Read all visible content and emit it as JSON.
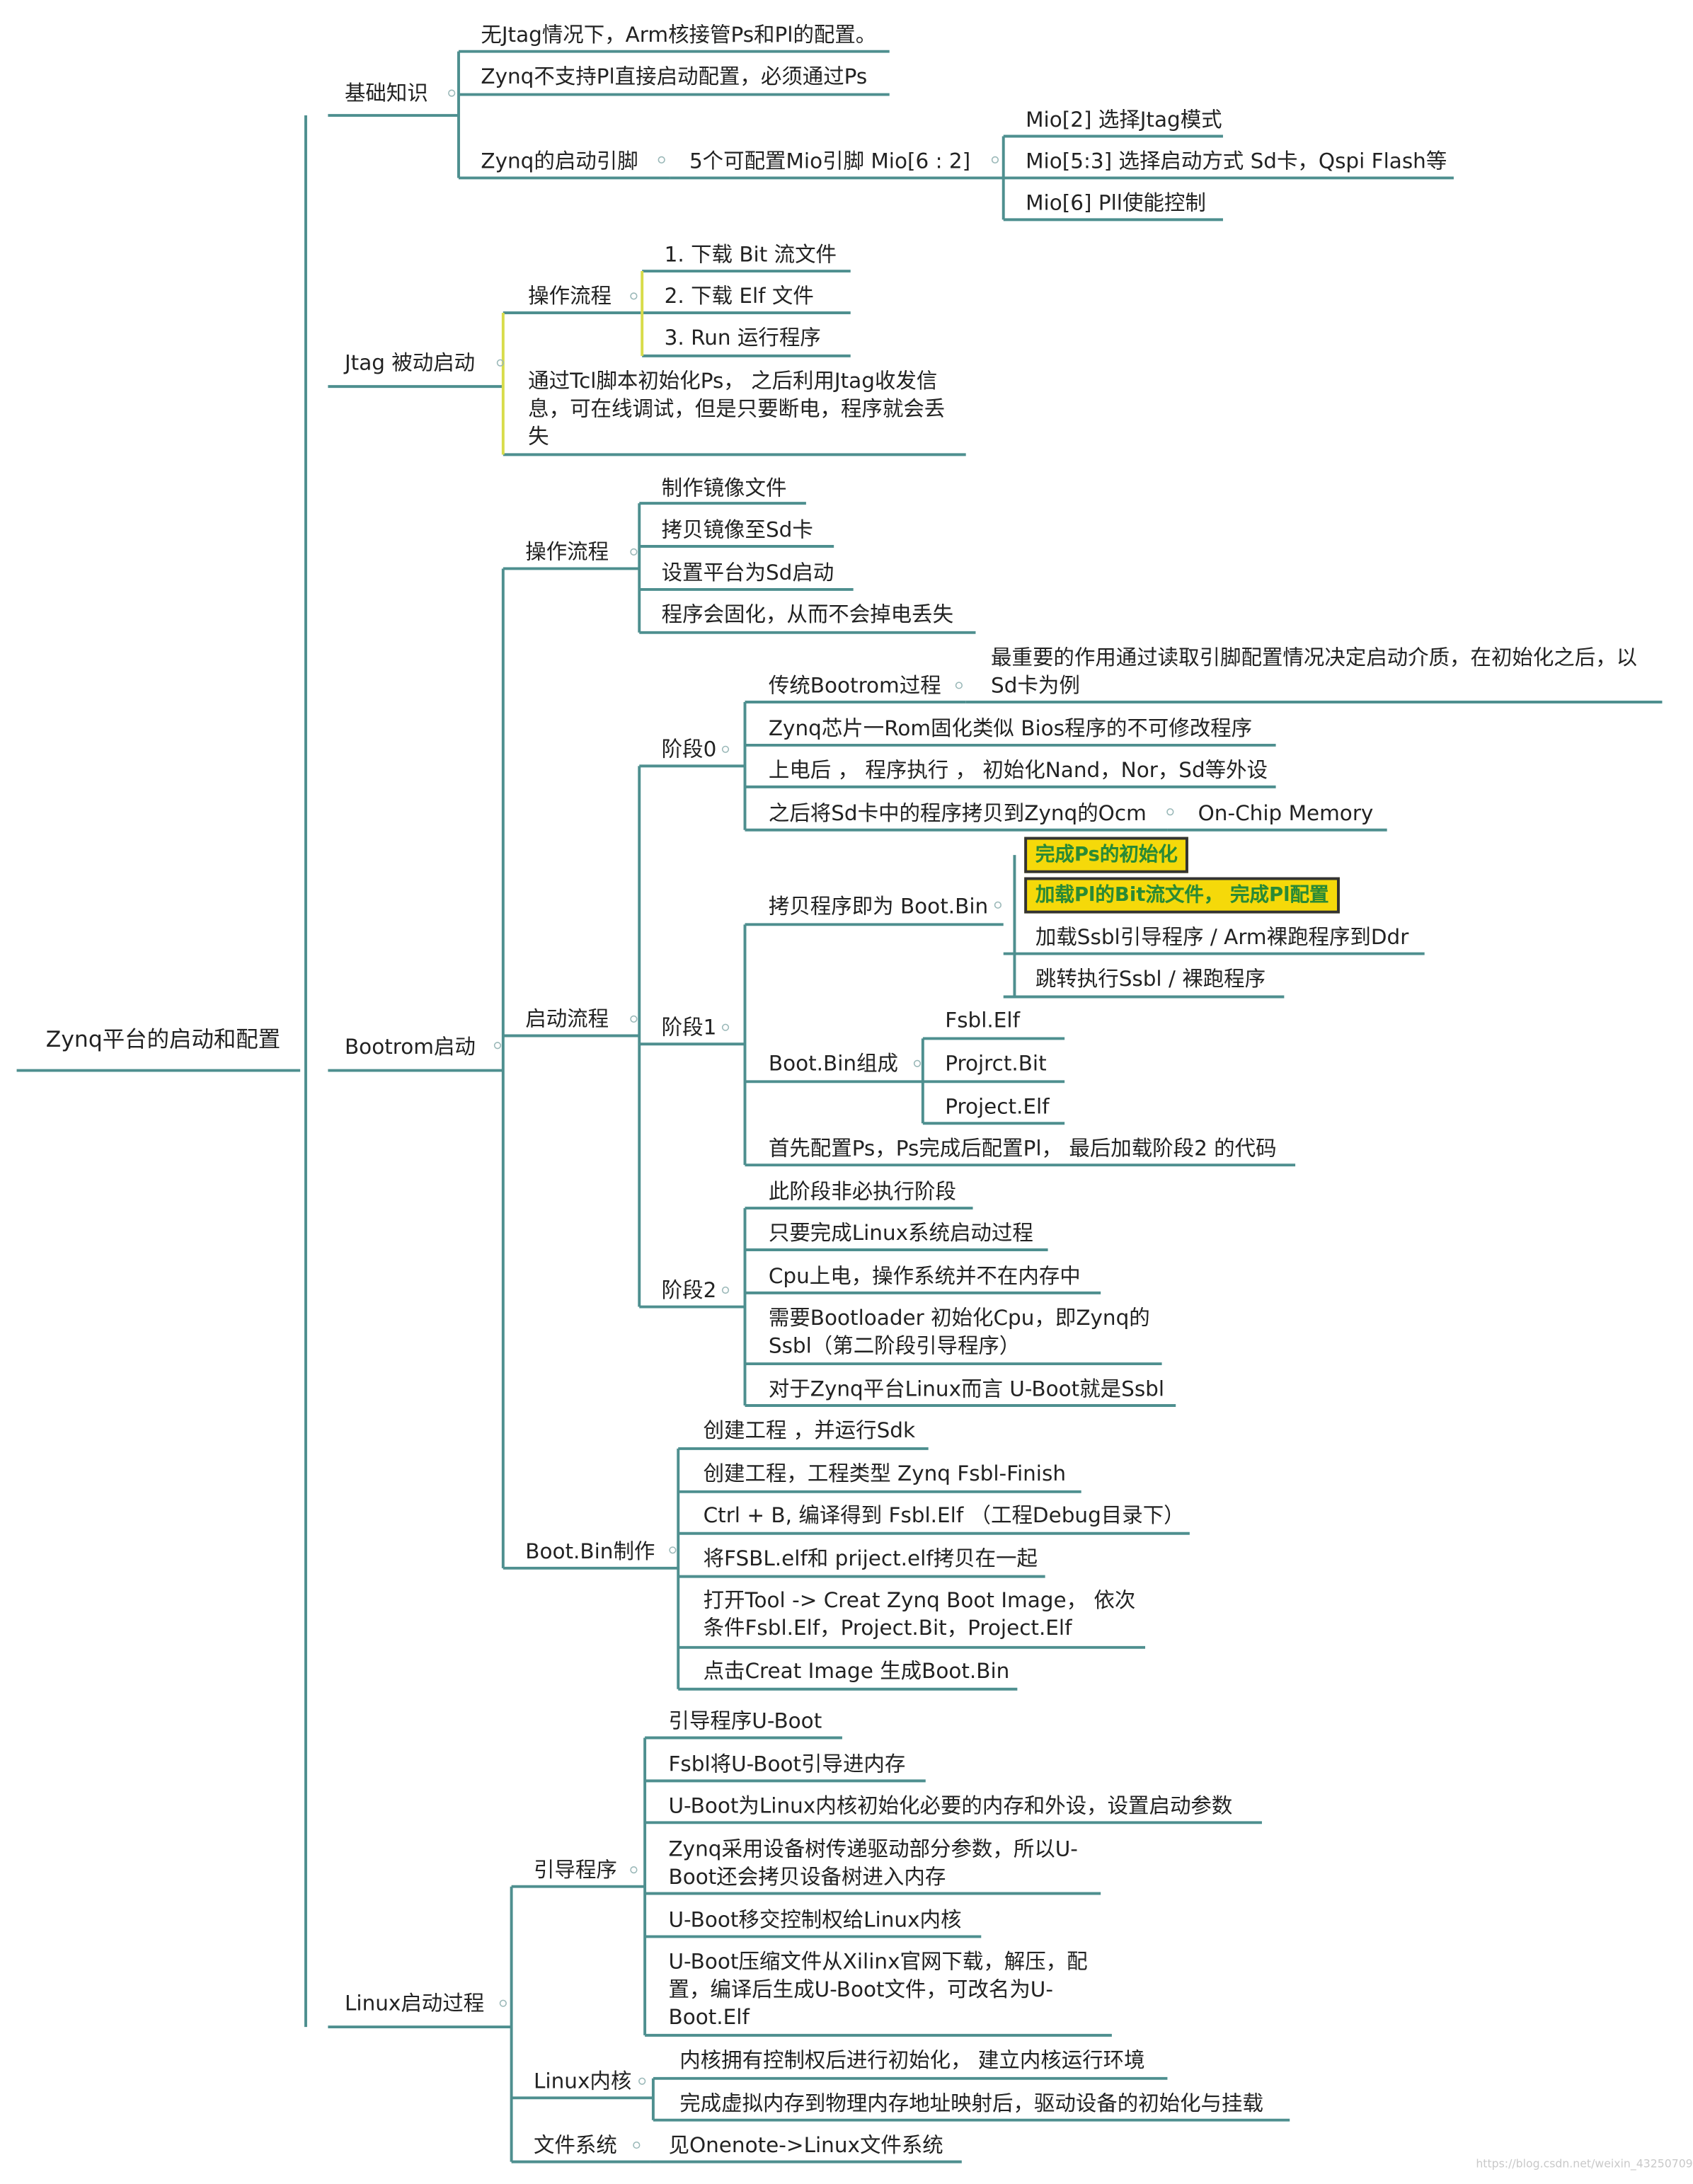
{
  "colors": {
    "line": "#4e8f8f",
    "jtag_line": "#d8dc4a",
    "highlight_bg": "#f5d90a",
    "highlight_text": "#2a8a35",
    "background": "#ffffff"
  },
  "nodes": {
    "root": "Zynq平台的启动和配置",
    "basics": {
      "label": "基础知识",
      "c1": "无Jtag情况下，Arm核接管Ps和Pl的配置。",
      "c2": "Zynq不支持Pl直接启动配置，必须通过Ps",
      "c3": "Zynq的启动引脚",
      "c3a": "5个可配置Mio引脚  Mio[6 : 2]",
      "c3a1": "Mio[2] 选择Jtag模式",
      "c3a2": "Mio[5:3] 选择启动方式 Sd卡，Qspi Flash等",
      "c3a3": "Mio[6] Pll使能控制"
    },
    "jtag": {
      "label": "Jtag 被动启动",
      "flow": "操作流程",
      "f1": "1. 下载 Bit  流文件",
      "f2": "2. 下载 Elf 文件",
      "f3": "3. Run 运行程序",
      "note": "通过Tcl脚本初始化Ps， 之后利用Jtag收发信息，可在线调试，但是只要断电，程序就会丢失"
    },
    "bootrom": {
      "label": "Bootrom启动",
      "flow": "操作流程",
      "f1": "制作镜像文件",
      "f2": "拷贝镜像至Sd卡",
      "f3": "设置平台为Sd启动",
      "f4": "程序会固化，从而不会掉电丢失",
      "process": "启动流程",
      "s0": "阶段0",
      "s0a": "传统Bootrom过程",
      "s0a1": "最重要的作用通过读取引脚配置情况决定启动介质，在初始化之后，以Sd卡为例",
      "s0b": "Zynq芯片一Rom固化类似 Bios程序的不可修改程序",
      "s0c": "上电后 ， 程序执行 ， 初始化Nand，Nor，Sd等外设",
      "s0d": "之后将Sd卡中的程序拷贝到Zynq的Ocm",
      "s0d1": "On-Chip Memory",
      "s1": "阶段1",
      "s1a": "拷贝程序即为 Boot.Bin",
      "s1a1": "完成Ps的初始化",
      "s1a2": "加载Pl的Bit流文件， 完成Pl配置",
      "s1a3": "加载Ssbl引导程序 / Arm裸跑程序到Ddr",
      "s1a4": "跳转执行Ssbl / 裸跑程序",
      "s1b": "Boot.Bin组成",
      "s1b1": "Fsbl.Elf",
      "s1b2": "Projrct.Bit",
      "s1b3": "Project.Elf",
      "s1c": "首先配置Ps，Ps完成后配置Pl， 最后加载阶段2 的代码",
      "s2": "阶段2",
      "s2a": "此阶段非必执行阶段",
      "s2b": "只要完成Linux系统启动过程",
      "s2c": "Cpu上电，操作系统并不在内存中",
      "s2d": "需要Bootloader 初始化Cpu，即Zynq的Ssbl（第二阶段引导程序）",
      "s2e": "对于Zynq平台Linux而言 U-Boot就是Ssbl",
      "make": "Boot.Bin制作",
      "m1": "创建工程 ，并运行Sdk",
      "m2": "创建工程，工程类型 Zynq Fsbl-Finish",
      "m3": "Ctrl + B, 编译得到 Fsbl.Elf （工程Debug目录下）",
      "m4": "将FSBL.elf和 priject.elf拷贝在一起",
      "m5": "打开Tool -> Creat Zynq Boot Image， 依次条件Fsbl.Elf，Project.Bit，Project.Elf",
      "m6": "点击Creat Image 生成Boot.Bin"
    },
    "linux": {
      "label": "Linux启动过程",
      "boot": "引导程序",
      "b1": "引导程序U-Boot",
      "b2": "Fsbl将U-Boot引导进内存",
      "b3": "U-Boot为Linux内核初始化必要的内存和外设，设置启动参数",
      "b4": "Zynq采用设备树传递驱动部分参数，所以U-Boot还会拷贝设备树进入内存",
      "b5": "U-Boot移交控制权给Linux内核",
      "b6": "U-Boot压缩文件从Xilinx官网下载，解压，配置，编译后生成U-Boot文件，可改名为U-Boot.Elf",
      "kernel": "Linux内核",
      "k1": "内核拥有控制权后进行初始化， 建立内核运行环境",
      "k2": "完成虚拟内存到物理内存地址映射后，驱动设备的初始化与挂载",
      "fs": "文件系统",
      "fs1": "见Onenote->Linux文件系统"
    }
  },
  "watermark": "https://blog.csdn.net/weixin_43250709"
}
